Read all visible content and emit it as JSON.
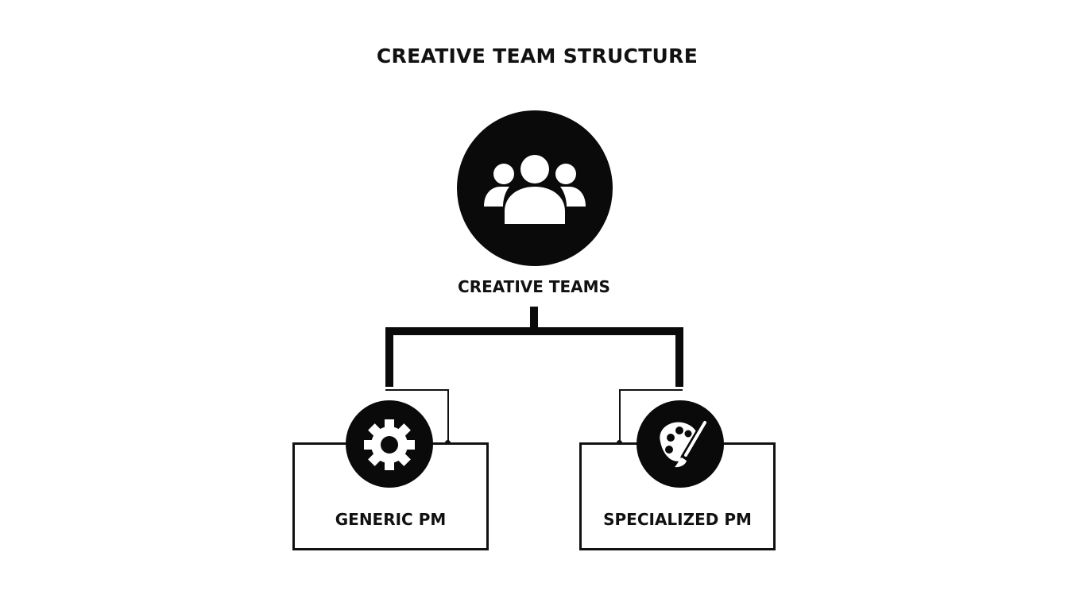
{
  "title": "CREATIVE TEAM STRUCTURE",
  "root": {
    "label": "CREATIVE TEAMS",
    "icon": "group-of-people-icon"
  },
  "children": [
    {
      "label": "GENERIC PM",
      "icon": "gear-icon"
    },
    {
      "label": "SPECIALIZED PM",
      "icon": "paint-palette-brush-icon"
    }
  ],
  "colors": {
    "foreground": "#0a0a0a",
    "background": "#ffffff"
  }
}
